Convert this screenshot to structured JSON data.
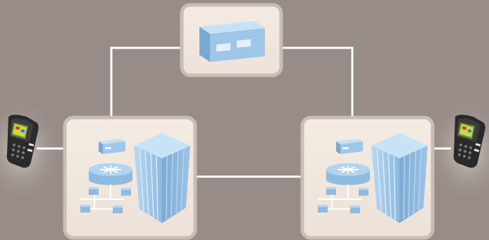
{
  "diagram": {
    "kind": "network-topology",
    "nodes": [
      {
        "id": "central-datacenter",
        "contents": [
          "datacenter-building-icon"
        ]
      },
      {
        "id": "site-left",
        "contents": [
          "server-icon",
          "router-icon",
          "lan-hosts-icon",
          "office-tower-icon"
        ]
      },
      {
        "id": "site-right",
        "contents": [
          "server-icon",
          "router-icon",
          "lan-hosts-icon",
          "office-tower-icon"
        ]
      },
      {
        "id": "handheld-left",
        "contents": [
          "handheld-scanner-icon"
        ]
      },
      {
        "id": "handheld-right",
        "contents": [
          "handheld-scanner-icon"
        ]
      }
    ],
    "links": [
      [
        "site-left",
        "central-datacenter"
      ],
      [
        "site-right",
        "central-datacenter"
      ],
      [
        "site-left",
        "site-right"
      ],
      [
        "handheld-left",
        "site-left"
      ],
      [
        "handheld-right",
        "site-right"
      ]
    ]
  },
  "colors": {
    "background": "#978c88",
    "panel_fill": "#f2e8df",
    "panel_border": "#c8bcb3",
    "link": "#ffffff",
    "device_light": "#a8cdec",
    "device_mid": "#8fbbe0",
    "device_dark": "#6f9ec8",
    "handheld_body": "#2b2b2b"
  }
}
